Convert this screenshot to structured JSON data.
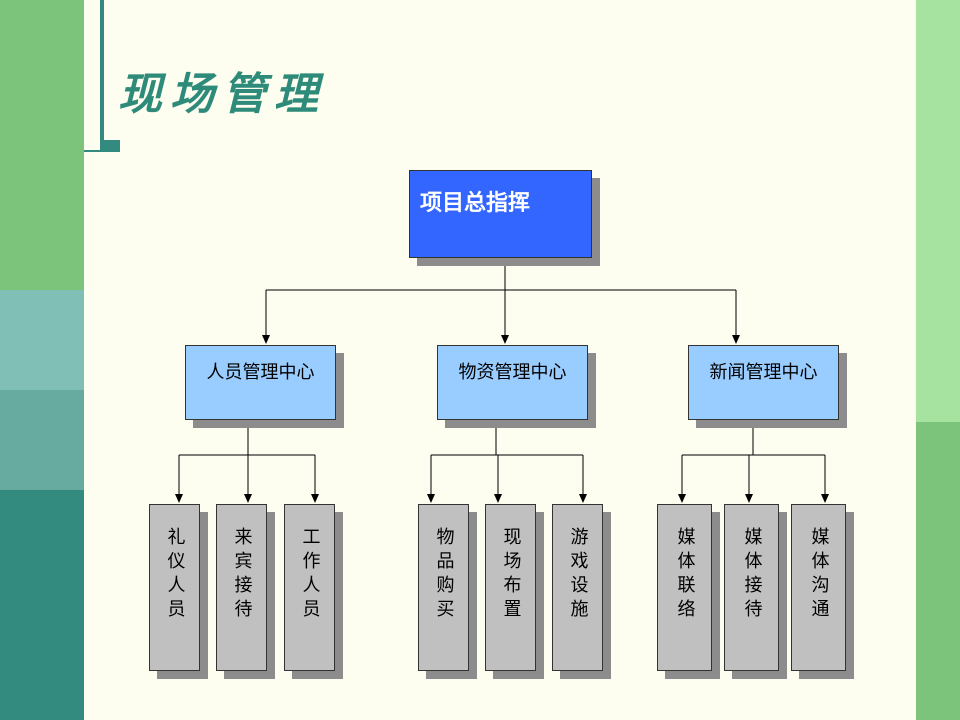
{
  "title": "现场管理",
  "colors": {
    "top": "#3366ff",
    "mid": "#99ccff",
    "leaf": "#c0c0c0",
    "title": "#2e8b7a"
  },
  "root": "项目总指挥",
  "centers": [
    {
      "label": "人员管理中心",
      "children": [
        "礼仪人员",
        "来宾接待",
        "工作人员"
      ]
    },
    {
      "label": "物资管理中心",
      "children": [
        "物品购买",
        "现场布置",
        "游戏设施"
      ]
    },
    {
      "label": "新闻管理中心",
      "children": [
        "媒体联络",
        "媒体接待",
        "媒体沟通"
      ]
    }
  ]
}
